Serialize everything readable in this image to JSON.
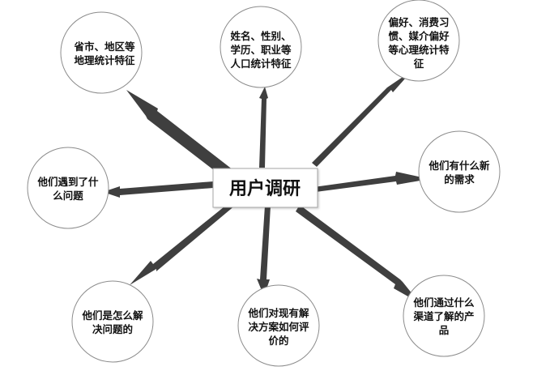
{
  "center": {
    "label": "用户调研"
  },
  "nodes": [
    {
      "id": "geo",
      "lines": [
        "省市、地区等",
        "地理统计特征"
      ]
    },
    {
      "id": "demo",
      "lines": [
        "姓名、性别、",
        "学历、职业等",
        "人口统计特征"
      ]
    },
    {
      "id": "psych",
      "lines": [
        "偏好、消费习",
        "惯、媒介偏好",
        "等心理统计特",
        "征"
      ]
    },
    {
      "id": "new-needs",
      "lines": [
        "他们有什么新",
        "的需求"
      ]
    },
    {
      "id": "channel",
      "lines": [
        "他们通过什么",
        "渠道了解的产",
        "品"
      ]
    },
    {
      "id": "evaluation",
      "lines": [
        "他们对现有解",
        "决方案如何评",
        "价的"
      ]
    },
    {
      "id": "solve",
      "lines": [
        "他们是怎么解",
        "决问题的"
      ]
    },
    {
      "id": "problems",
      "lines": [
        "他们遇到了什",
        "么问题"
      ]
    }
  ],
  "colors": {
    "arrow": "#3f3f3f",
    "circle_stroke": "#8c8c8c",
    "box_stroke": "#a6a6a6",
    "text": "#111111"
  }
}
